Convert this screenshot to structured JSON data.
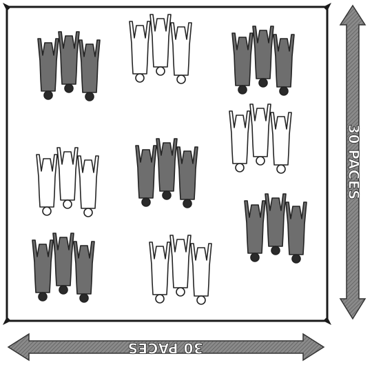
{
  "field": {
    "depth_label": "30 PACES",
    "width_label": "30 PACES"
  },
  "colors": {
    "dark_player": "#6e6e6e",
    "light_player": "#ffffff",
    "outline": "#222222",
    "arrow_fill": "#8a8a8a"
  },
  "groups": [
    {
      "name": "group-top-left-dark",
      "team": "dark"
    },
    {
      "name": "group-top-center-light",
      "team": "light"
    },
    {
      "name": "group-top-right-dark",
      "team": "dark"
    },
    {
      "name": "group-mid-right-light",
      "team": "light"
    },
    {
      "name": "group-mid-left-light",
      "team": "light"
    },
    {
      "name": "group-mid-center-dark",
      "team": "dark"
    },
    {
      "name": "group-lower-right-dark",
      "team": "dark"
    },
    {
      "name": "group-bottom-left-dark",
      "team": "dark"
    },
    {
      "name": "group-bottom-center-light",
      "team": "light"
    }
  ]
}
